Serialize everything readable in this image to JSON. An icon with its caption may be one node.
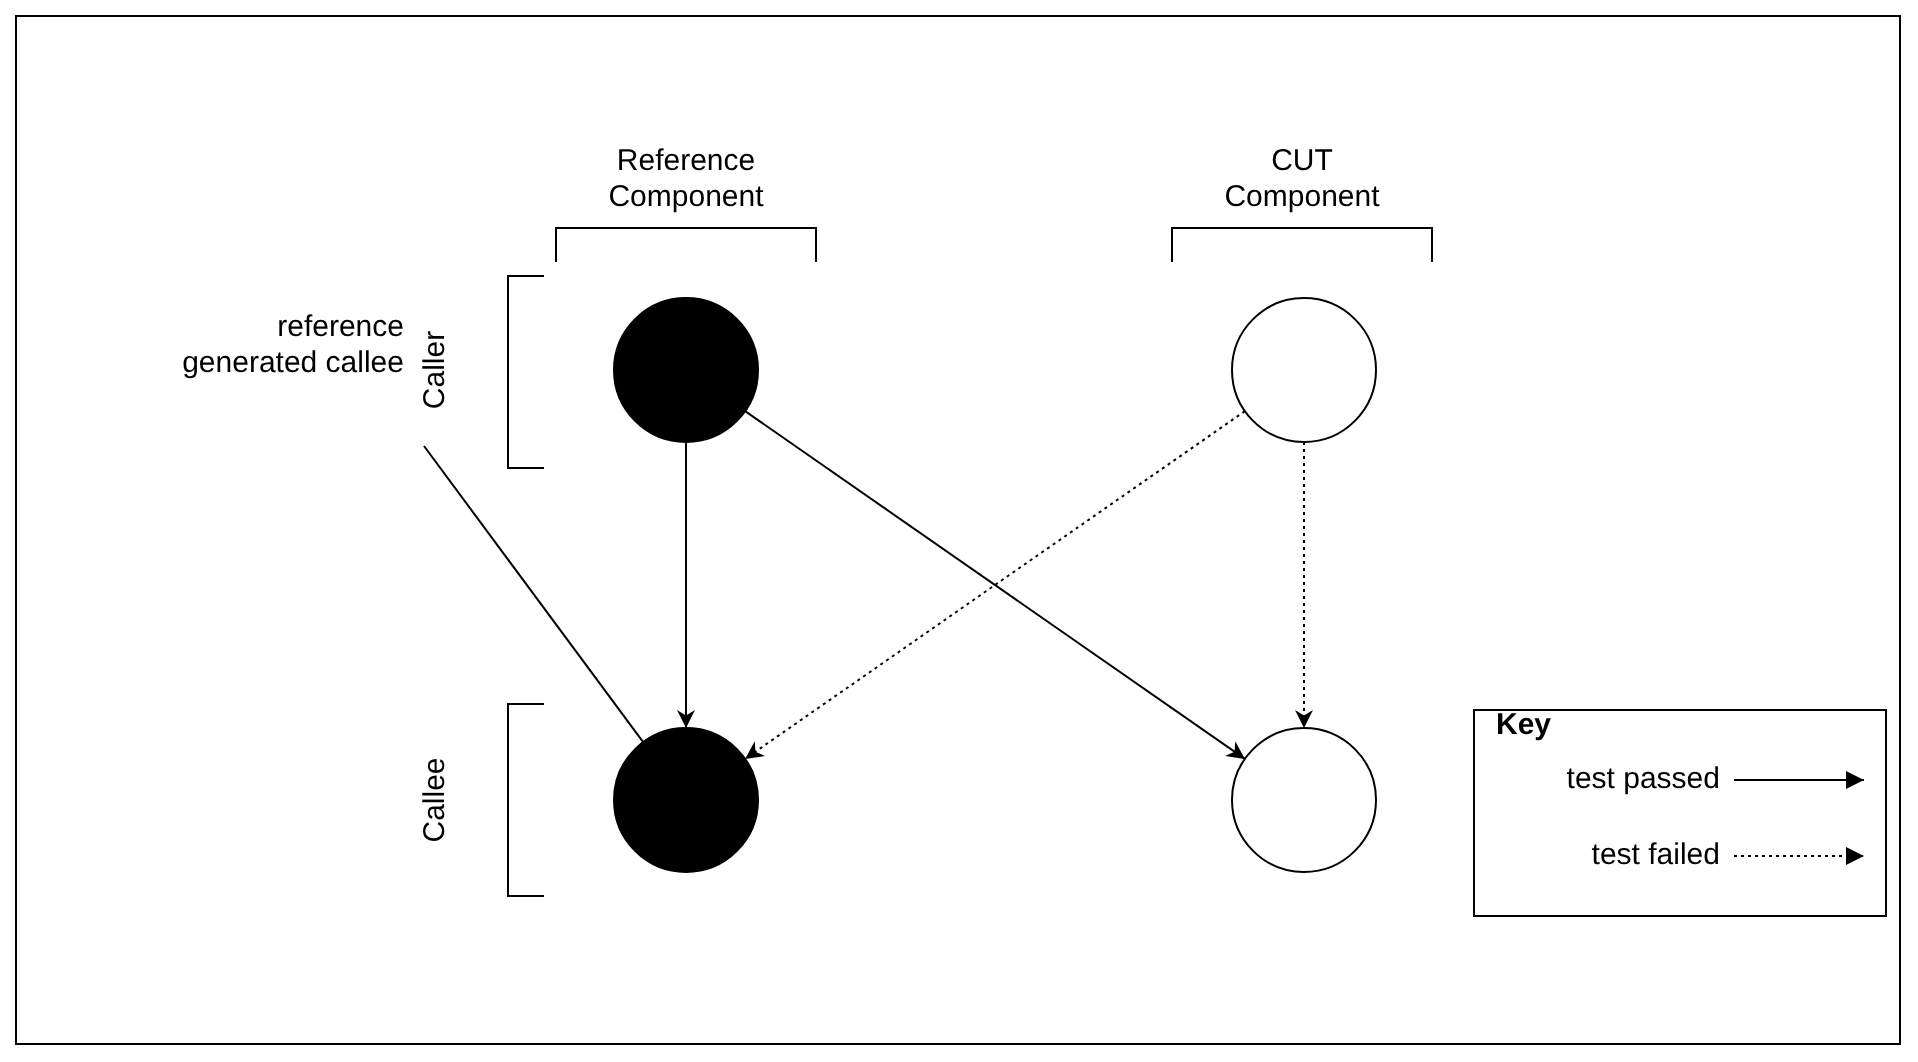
{
  "diagram": {
    "nodes": [
      {
        "text": [],
        "shape": "circle"
      },
      {
        "text": [],
        "shape": "circle"
      },
      {
        "text": [
          "reference generated callee"
        ]
      },
      {
        "text": [],
        "shape": "circle"
      },
      {
        "text": [],
        "shape": "circle"
      }
    ],
    "edges": [
      {
        "from": 0,
        "to": 3,
        "arrow": "to"
      },
      {
        "from": 0,
        "to": 4,
        "arrow": "to"
      },
      {
        "from": 1,
        "to": 3,
        "arrow": "to",
        "style": "dashed"
      },
      {
        "from": 1,
        "to": 4,
        "arrow": "to",
        "style": "dashed"
      },
      {
        "from": 2,
        "to": 3,
        "arrow": "none"
      }
    ],
    "labels": [
      "Reference Component",
      "CUT Component",
      "Caller",
      "Callee",
      "Key"
    ],
    "legend": [
      {
        "text": "test passed"
      },
      {
        "text": "test failed"
      }
    ]
  }
}
